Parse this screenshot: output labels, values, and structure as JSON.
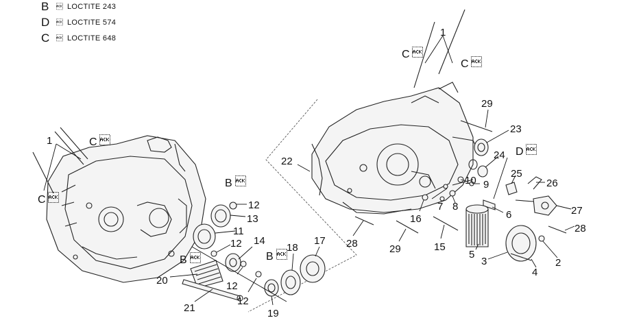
{
  "legend": [
    {
      "letter": "B",
      "drop": "\u0006",
      "text": "LOCTITE 243"
    },
    {
      "letter": "D",
      "drop": "\u0006",
      "text": "LOCTITE 574"
    },
    {
      "letter": "C",
      "drop": "\u0006",
      "text": "LOCTITE 648"
    }
  ],
  "drop_symbol": "\u0006",
  "callouts": {
    "n1a": "1",
    "n1b": "1",
    "n2": "2",
    "n3": "3",
    "n4": "4",
    "n5": "5",
    "n6": "6",
    "n7": "7",
    "n8": "8",
    "n9": "9",
    "n10": "10",
    "n11": "11",
    "n12a": "12",
    "n12b": "12",
    "n12c": "12",
    "n12d": "12",
    "n13": "13",
    "n14": "14",
    "n15": "15",
    "n16": "16",
    "n17": "17",
    "n18": "18",
    "n19": "19",
    "n20": "20",
    "n21": "21",
    "n22": "22",
    "n23": "23",
    "n24": "24",
    "n25": "25",
    "n26": "26",
    "n27": "27",
    "n28a": "28",
    "n28b": "28",
    "n29a": "29",
    "n29b": "29"
  },
  "letters": {
    "c1": "C",
    "c2": "C",
    "c3": "C",
    "c4": "C",
    "b1": "B",
    "b2": "B",
    "b3": "B",
    "d1": "D"
  }
}
